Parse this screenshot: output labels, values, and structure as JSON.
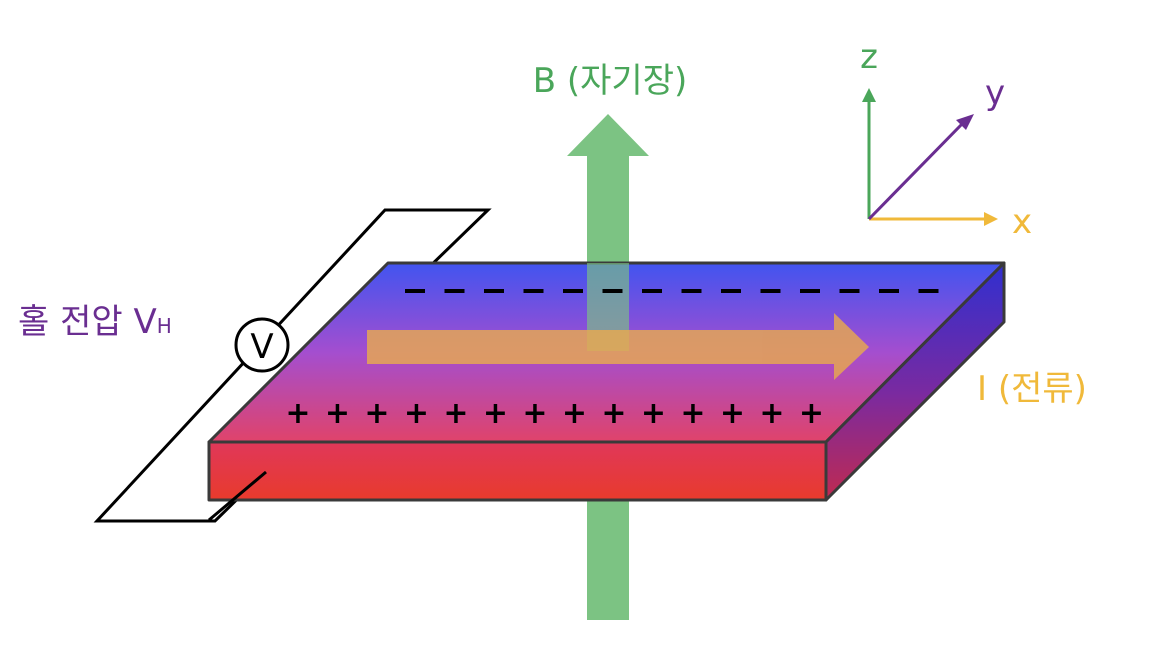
{
  "labels": {
    "magnetic_field": "B (자기장)",
    "current": "I (전류)",
    "hall_voltage_main": "홀 전압 V",
    "hall_voltage_sub": "H",
    "voltmeter": "V",
    "axis_x": "x",
    "axis_y": "y",
    "axis_z": "z"
  },
  "charges": {
    "negative_symbol": "–",
    "negative_count": 14,
    "positive_symbol": "+",
    "positive_count": 14
  },
  "colors": {
    "field": "#7cc383",
    "current": "#e8a94f",
    "hall": "#6a2e91",
    "axis_x": "#f0b93a",
    "axis_y": "#6a2e91",
    "axis_z": "#4aa65a",
    "plate_top_back": "#4154f0",
    "plate_top_front": "#e0436a",
    "plate_front": "#e33a37",
    "plate_side": "#3d2bb8",
    "outline": "#3a3a3a"
  }
}
